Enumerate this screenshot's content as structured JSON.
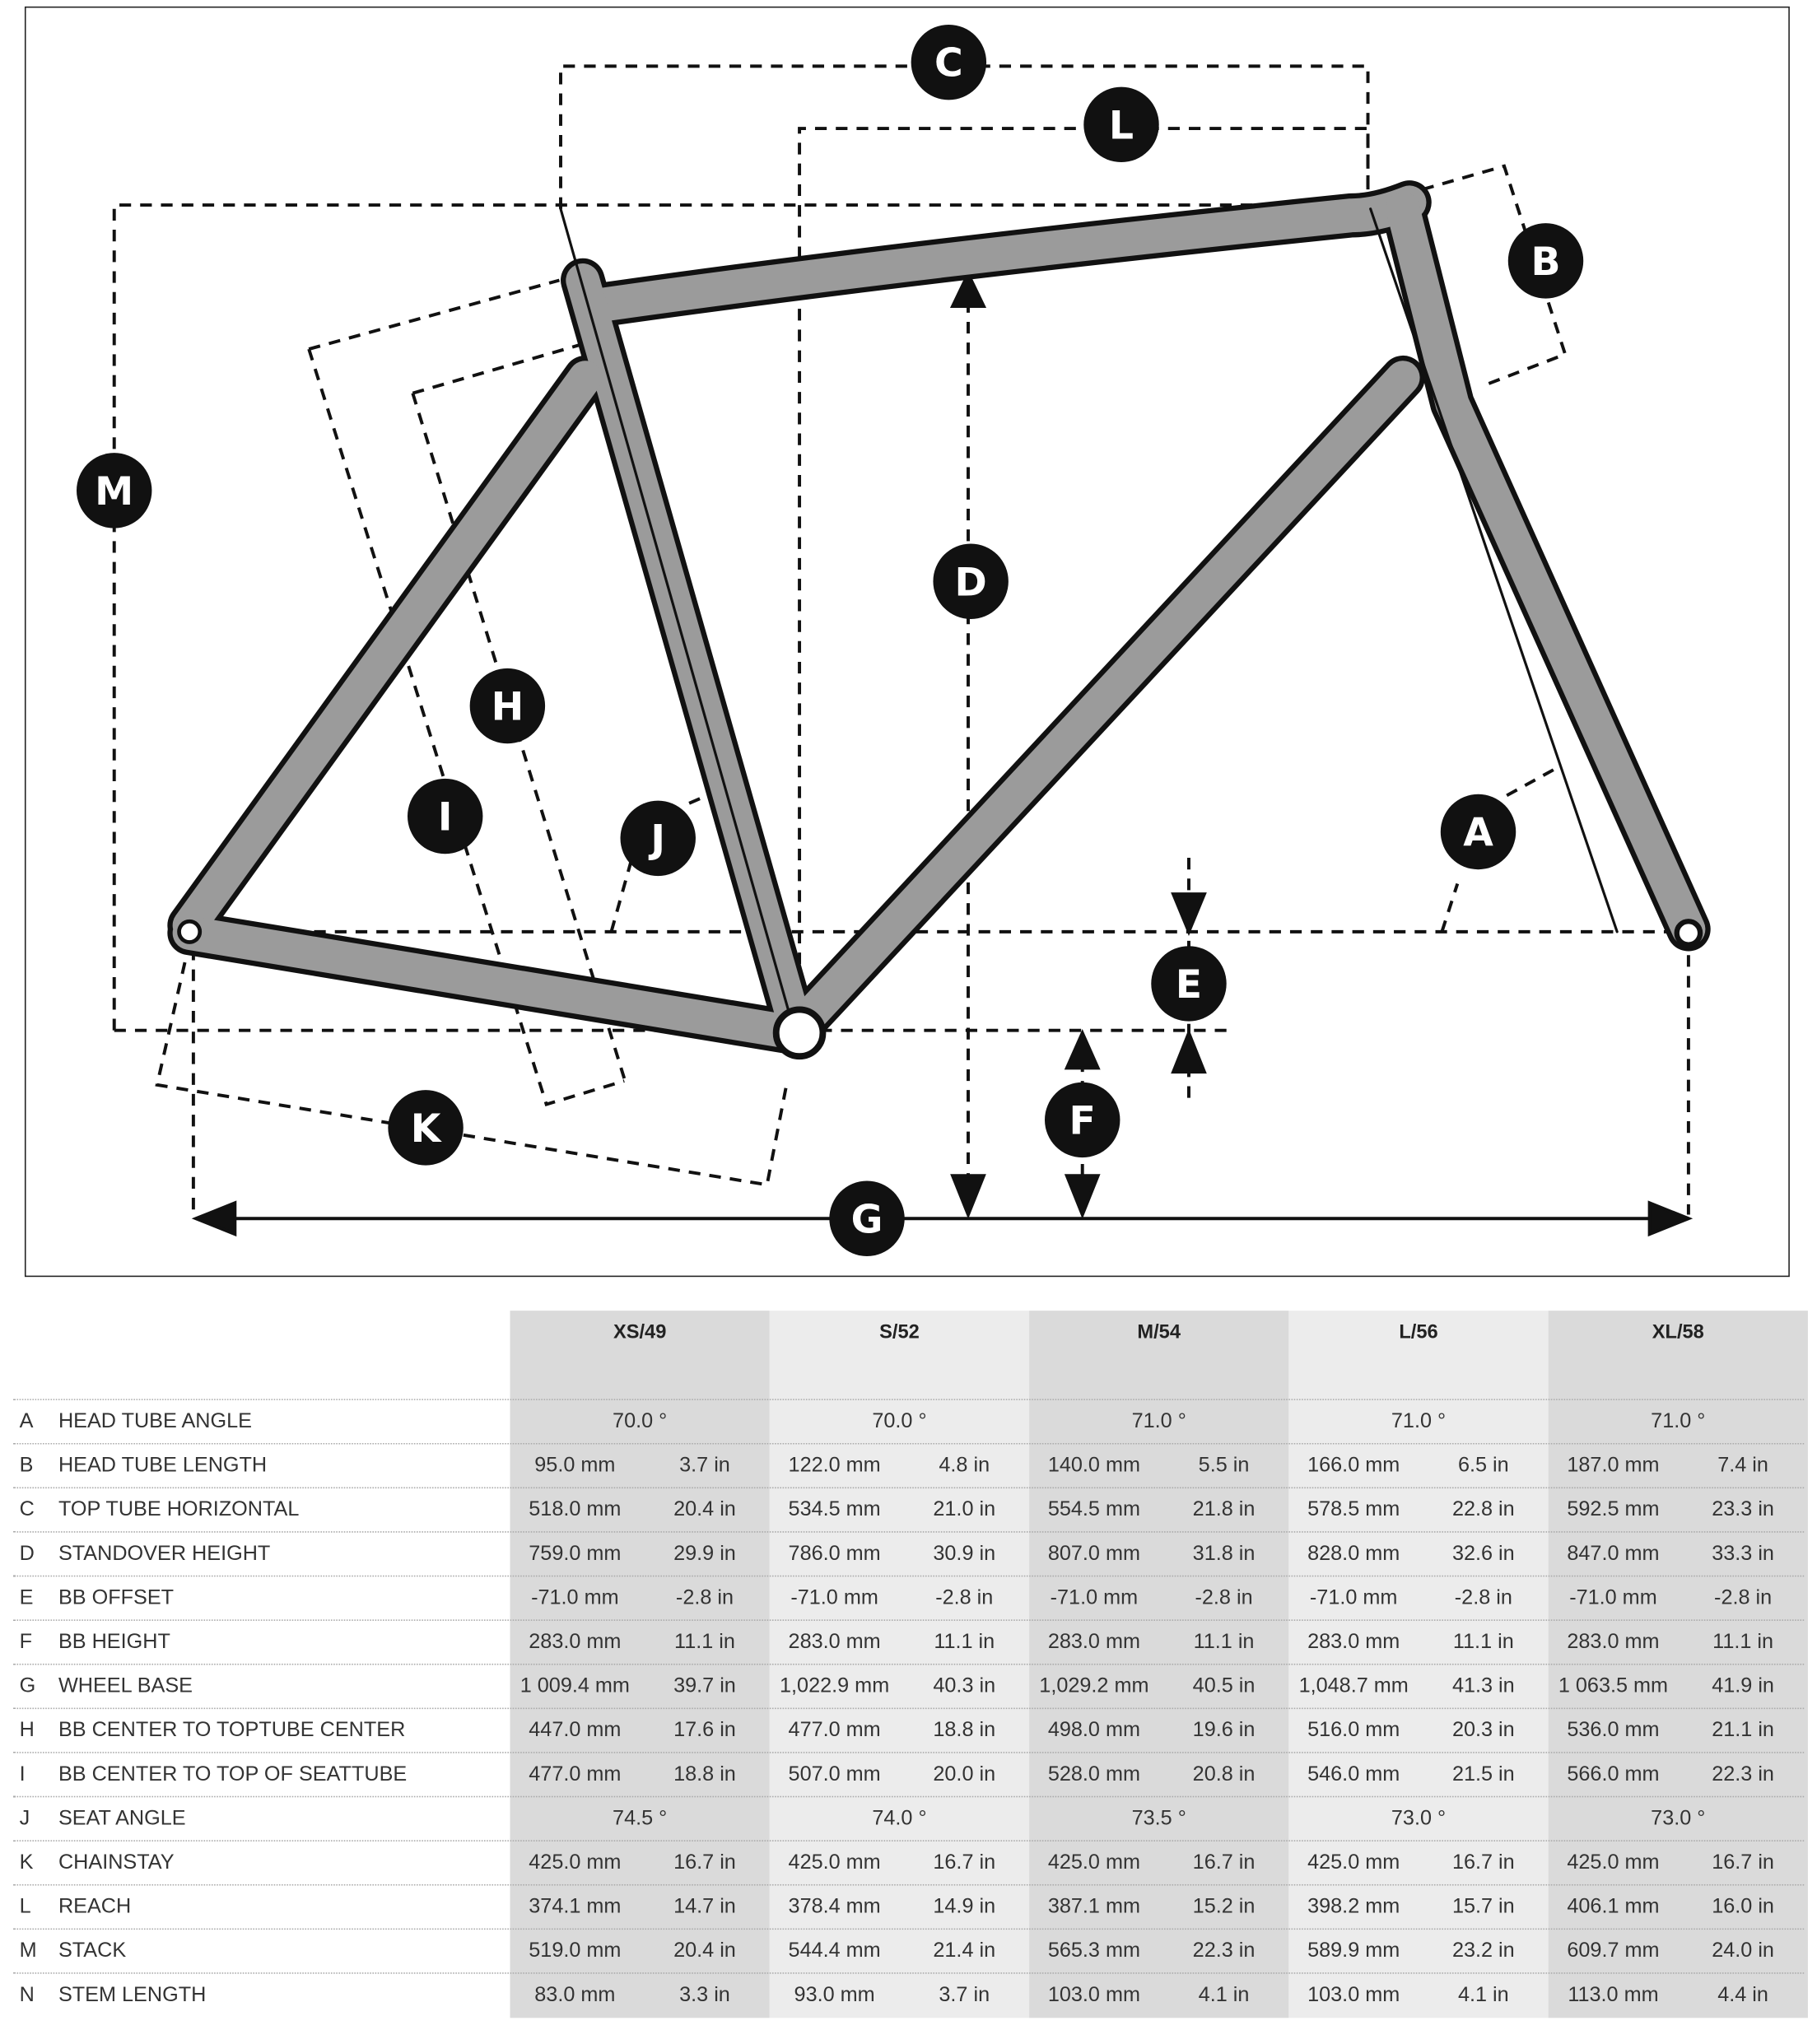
{
  "diagram": {
    "markers": [
      "A",
      "B",
      "C",
      "D",
      "E",
      "F",
      "G",
      "H",
      "I",
      "J",
      "K",
      "L",
      "M"
    ]
  },
  "table": {
    "sizes": [
      "XS/49",
      "S/52",
      "M/54",
      "L/56",
      "XL/58"
    ],
    "rows": [
      {
        "letter": "A",
        "label": "HEAD TUBE ANGLE",
        "values": [
          "70.0 °",
          "70.0 °",
          "71.0 °",
          "71.0 °",
          "71.0 °"
        ]
      },
      {
        "letter": "B",
        "label": "HEAD TUBE LENGTH",
        "values": [
          [
            "95.0 mm",
            "3.7 in"
          ],
          [
            "122.0 mm",
            "4.8 in"
          ],
          [
            "140.0 mm",
            "5.5 in"
          ],
          [
            "166.0 mm",
            "6.5 in"
          ],
          [
            "187.0 mm",
            "7.4 in"
          ]
        ]
      },
      {
        "letter": "C",
        "label": "TOP TUBE HORIZONTAL",
        "values": [
          [
            "518.0 mm",
            "20.4 in"
          ],
          [
            "534.5 mm",
            "21.0 in"
          ],
          [
            "554.5 mm",
            "21.8 in"
          ],
          [
            "578.5 mm",
            "22.8 in"
          ],
          [
            "592.5 mm",
            "23.3 in"
          ]
        ]
      },
      {
        "letter": "D",
        "label": "STANDOVER HEIGHT",
        "values": [
          [
            "759.0 mm",
            "29.9 in"
          ],
          [
            "786.0 mm",
            "30.9 in"
          ],
          [
            "807.0 mm",
            "31.8 in"
          ],
          [
            "828.0 mm",
            "32.6 in"
          ],
          [
            "847.0 mm",
            "33.3 in"
          ]
        ]
      },
      {
        "letter": "E",
        "label": "BB OFFSET",
        "values": [
          [
            "-71.0 mm",
            "-2.8 in"
          ],
          [
            "-71.0 mm",
            "-2.8 in"
          ],
          [
            "-71.0 mm",
            "-2.8 in"
          ],
          [
            "-71.0 mm",
            "-2.8 in"
          ],
          [
            "-71.0 mm",
            "-2.8 in"
          ]
        ]
      },
      {
        "letter": "F",
        "label": "BB HEIGHT",
        "values": [
          [
            "283.0 mm",
            "11.1 in"
          ],
          [
            "283.0 mm",
            "11.1 in"
          ],
          [
            "283.0 mm",
            "11.1 in"
          ],
          [
            "283.0 mm",
            "11.1 in"
          ],
          [
            "283.0 mm",
            "11.1 in"
          ]
        ]
      },
      {
        "letter": "G",
        "label": "WHEEL BASE",
        "values": [
          [
            "1 009.4 mm",
            "39.7 in"
          ],
          [
            "1,022.9 mm",
            "40.3 in"
          ],
          [
            "1,029.2 mm",
            "40.5 in"
          ],
          [
            "1,048.7 mm",
            "41.3 in"
          ],
          [
            "1 063.5 mm",
            "41.9 in"
          ]
        ]
      },
      {
        "letter": "H",
        "label": "BB CENTER TO TOPTUBE CENTER",
        "values": [
          [
            "447.0 mm",
            "17.6 in"
          ],
          [
            "477.0 mm",
            "18.8 in"
          ],
          [
            "498.0 mm",
            "19.6 in"
          ],
          [
            "516.0 mm",
            "20.3 in"
          ],
          [
            "536.0 mm",
            "21.1 in"
          ]
        ]
      },
      {
        "letter": "I",
        "label": "BB CENTER TO TOP OF SEATTUBE",
        "values": [
          [
            "477.0 mm",
            "18.8 in"
          ],
          [
            "507.0 mm",
            "20.0 in"
          ],
          [
            "528.0 mm",
            "20.8 in"
          ],
          [
            "546.0 mm",
            "21.5 in"
          ],
          [
            "566.0 mm",
            "22.3 in"
          ]
        ]
      },
      {
        "letter": "J",
        "label": "SEAT ANGLE",
        "values": [
          "74.5 °",
          "74.0 °",
          "73.5 °",
          "73.0 °",
          "73.0 °"
        ]
      },
      {
        "letter": "K",
        "label": "CHAINSTAY",
        "values": [
          [
            "425.0 mm",
            "16.7 in"
          ],
          [
            "425.0 mm",
            "16.7 in"
          ],
          [
            "425.0 mm",
            "16.7 in"
          ],
          [
            "425.0 mm",
            "16.7 in"
          ],
          [
            "425.0 mm",
            "16.7 in"
          ]
        ]
      },
      {
        "letter": "L",
        "label": "REACH",
        "values": [
          [
            "374.1 mm",
            "14.7 in"
          ],
          [
            "378.4 mm",
            "14.9 in"
          ],
          [
            "387.1 mm",
            "15.2 in"
          ],
          [
            "398.2 mm",
            "15.7 in"
          ],
          [
            "406.1 mm",
            "16.0 in"
          ]
        ]
      },
      {
        "letter": "M",
        "label": "STACK",
        "values": [
          [
            "519.0 mm",
            "20.4 in"
          ],
          [
            "544.4 mm",
            "21.4 in"
          ],
          [
            "565.3 mm",
            "22.3 in"
          ],
          [
            "589.9 mm",
            "23.2 in"
          ],
          [
            "609.7 mm",
            "24.0 in"
          ]
        ]
      },
      {
        "letter": "N",
        "label": "STEM LENGTH",
        "values": [
          [
            "83.0 mm",
            "3.3 in"
          ],
          [
            "93.0 mm",
            "3.7 in"
          ],
          [
            "103.0 mm",
            "4.1 in"
          ],
          [
            "103.0 mm",
            "4.1 in"
          ],
          [
            "113.0 mm",
            "4.4 in"
          ]
        ]
      }
    ]
  }
}
